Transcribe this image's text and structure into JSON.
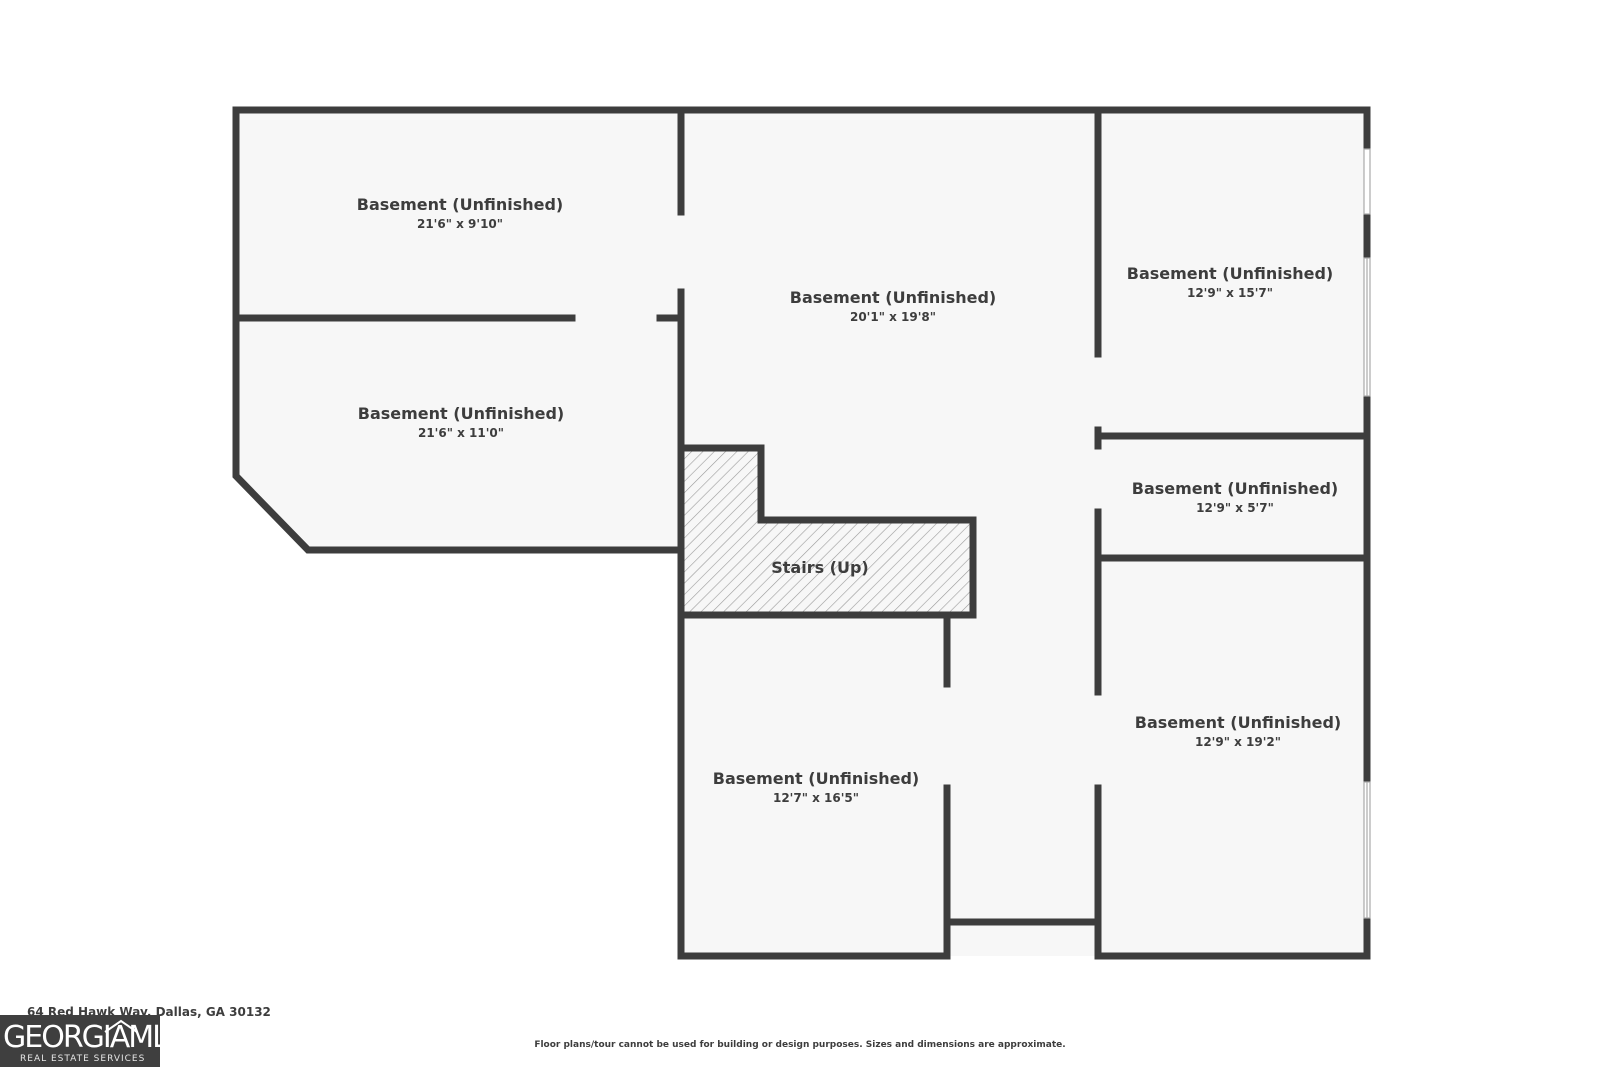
{
  "rooms": [
    {
      "name": "Basement (Unfinished)",
      "dims": "21'6\" x 9'10\""
    },
    {
      "name": "Basement (Unfinished)",
      "dims": "21'6\" x 11'0\""
    },
    {
      "name": "Basement (Unfinished)",
      "dims": "20'1\" x 19'8\""
    },
    {
      "name": "Basement (Unfinished)",
      "dims": "12'9\" x 15'7\""
    },
    {
      "name": "Basement (Unfinished)",
      "dims": "12'9\" x 5'7\""
    },
    {
      "name": "Basement (Unfinished)",
      "dims": "12'9\" x 19'2\""
    },
    {
      "name": "Basement (Unfinished)",
      "dims": "12'7\" x 16'5\""
    }
  ],
  "stairs": {
    "label": "Stairs (Up)"
  },
  "footer": {
    "address": "64 Red Hawk Way, Dallas, GA 30132",
    "disclaimer": "Floor plans/tour cannot be used for building or design purposes. Sizes and dimensions are approximate."
  },
  "logo": {
    "main": "GEORGIAMLS",
    "sub": "REAL ESTATE SERVICES"
  },
  "colors": {
    "wall": "#3d3d3d",
    "floor": "#f7f7f7",
    "background": "#ffffff"
  }
}
